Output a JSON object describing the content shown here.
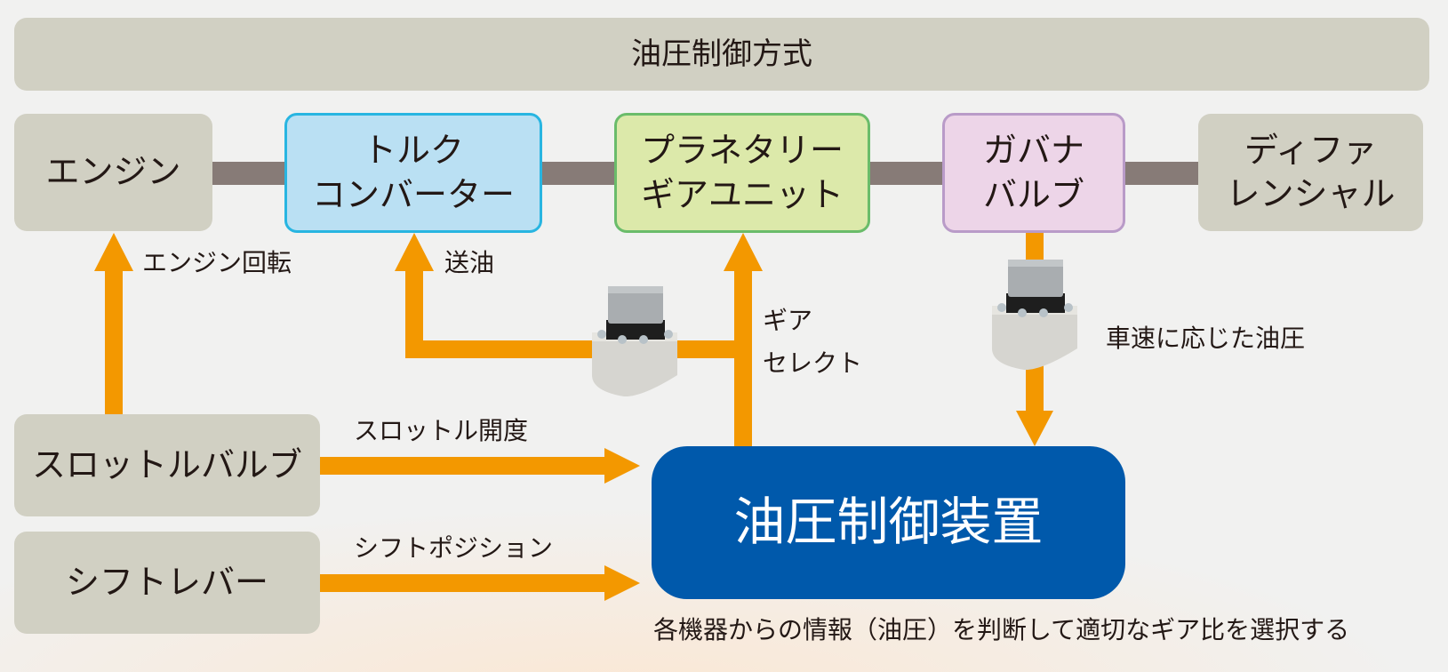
{
  "title": "油圧制御方式",
  "components": {
    "engine": "エンジン",
    "torque_converter": [
      "トルク",
      "コンバーター"
    ],
    "planetary_gear": [
      "プラネタリー",
      "ギアユニット"
    ],
    "governor_valve": [
      "ガバナ",
      "バルブ"
    ],
    "differential": [
      "ディファ",
      "レンシャル"
    ],
    "throttle_valve": "スロットルバルブ",
    "shift_lever": "シフトレバー",
    "controller": "油圧制御装置"
  },
  "flow_labels": {
    "engine_rotation": "エンジン回転",
    "oil_feed": "送油",
    "gear_select": [
      "ギア",
      "セレクト"
    ],
    "speed_pressure": "車速に応じた油圧",
    "throttle_opening": "スロットル開度",
    "shift_position": "シフトポジション"
  },
  "caption": "各機器からの情報（油圧）を判断して適切なギア比を選択する",
  "colors": {
    "arrow": "#f39800",
    "shaft": "#877b77",
    "controller": "#0059ab",
    "gray_box": "#d1d0c3",
    "torque_fill": "#bae0f3",
    "torque_border": "#28b5e1",
    "planetary_fill": "#dce9aa",
    "planetary_border": "#6abc6a",
    "governor_fill": "#edd5e8",
    "governor_border": "#b99bc8"
  },
  "sensor_icon": "oil-pressure-sensor-icon"
}
